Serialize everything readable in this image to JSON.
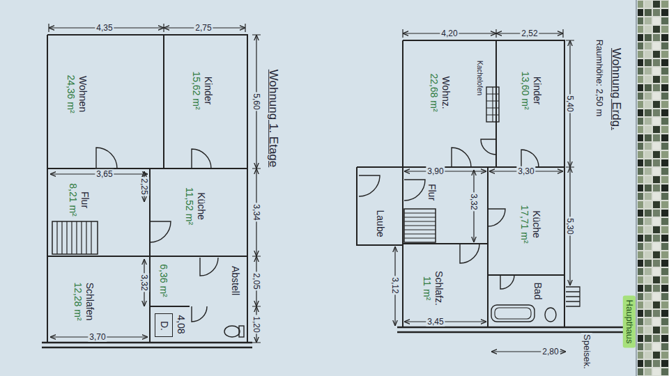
{
  "diagram": {
    "nodes": [
      {
        "text": [
          "Wohnen",
          "24,36 m²"
        ]
      },
      {
        "text": [
          "Kinder",
          "15,62 m²"
        ]
      },
      {
        "text": [
          "Flur",
          "8,21 m²"
        ]
      },
      {
        "text": [
          "Küche",
          "11,52 m²"
        ]
      },
      {
        "text": [
          "Abstell",
          "6,36 m²"
        ]
      },
      {
        "text": [
          "4,08"
        ]
      },
      {
        "text": [
          "D."
        ],
        "in": 5
      },
      {
        "text": [
          "Schlafen",
          "12,28 m²"
        ]
      },
      {
        "text": [
          "Wohnz.",
          "22,68 m²"
        ]
      },
      {
        "text": [
          "Kinder",
          "13,60 m²"
        ]
      },
      {
        "text": [
          "Laube"
        ]
      },
      {
        "text": [
          "Flur"
        ]
      },
      {
        "text": [
          "Küche",
          "17,71 m²"
        ]
      },
      {
        "text": [
          "Schlafz.",
          "11 m²"
        ]
      },
      {
        "text": [
          "Bad"
        ]
      }
    ],
    "labels": [
      "Wohnung 1. Etage",
      "4,35",
      "2,75",
      "5,60",
      "3,34",
      "2,05",
      "1,20",
      "3,65",
      "2,25",
      "3,32",
      "3,70",
      "Wohnung Erdg.",
      "Raumhöhe: 2,50 m",
      "Haupthaus",
      "4,20",
      "2,52",
      "Kachelofen",
      "5,40",
      "3,90",
      "3,30",
      "3,32",
      "5,30",
      "3,12",
      "3,45",
      "2,80",
      "Speisek."
    ]
  }
}
